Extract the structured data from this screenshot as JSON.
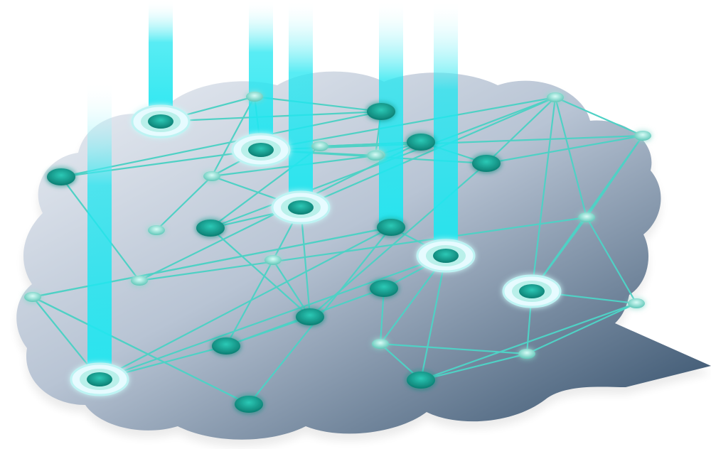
{
  "diagram": {
    "kind": "network-graph-speech-bubble",
    "colors": {
      "background": "#ffffff",
      "bubble_light": "#eef1f6",
      "bubble_dark": "#2e4a66",
      "edge": "#4fd1c5",
      "node_dark": "#0f9a8c",
      "node_light": "#8ee3d7",
      "beam": "#21e6f0",
      "ring": "#e6fbff"
    },
    "nodes": [
      {
        "id": "n1",
        "style": "hub"
      },
      {
        "id": "n2",
        "style": "light"
      },
      {
        "id": "n3",
        "style": "hub"
      },
      {
        "id": "n4",
        "style": "light"
      },
      {
        "id": "n5",
        "style": "light"
      },
      {
        "id": "n6",
        "style": "light"
      },
      {
        "id": "n7",
        "style": "dark"
      },
      {
        "id": "n8",
        "style": "light"
      },
      {
        "id": "n9",
        "style": "dark"
      },
      {
        "id": "n10",
        "style": "light"
      },
      {
        "id": "n11",
        "style": "dark"
      },
      {
        "id": "n12",
        "style": "light"
      },
      {
        "id": "n13",
        "style": "hub"
      },
      {
        "id": "n14",
        "style": "dark"
      },
      {
        "id": "n15",
        "style": "dark"
      },
      {
        "id": "n16",
        "style": "light"
      },
      {
        "id": "n17",
        "style": "light"
      },
      {
        "id": "n18",
        "style": "light"
      },
      {
        "id": "n19",
        "style": "hub"
      },
      {
        "id": "n20",
        "style": "light"
      },
      {
        "id": "n21",
        "style": "light"
      },
      {
        "id": "n22",
        "style": "dark"
      },
      {
        "id": "n23",
        "style": "light"
      },
      {
        "id": "n24",
        "style": "dark"
      },
      {
        "id": "n25",
        "style": "light"
      },
      {
        "id": "n26",
        "style": "dark"
      },
      {
        "id": "n27",
        "style": "dark"
      },
      {
        "id": "n28",
        "style": "hub"
      },
      {
        "id": "n29",
        "style": "hub"
      },
      {
        "id": "n30",
        "style": "dark"
      },
      {
        "id": "n31",
        "style": "light"
      },
      {
        "id": "n32",
        "style": "light"
      },
      {
        "id": "n33",
        "style": "dark"
      }
    ],
    "edges": [
      [
        "n1",
        "n2"
      ],
      [
        "n1",
        "n7"
      ],
      [
        "n2",
        "n3"
      ],
      [
        "n2",
        "n7"
      ],
      [
        "n2",
        "n5"
      ],
      [
        "n3",
        "n5"
      ],
      [
        "n3",
        "n8"
      ],
      [
        "n5",
        "n8"
      ],
      [
        "n5",
        "n6"
      ],
      [
        "n5",
        "n13"
      ],
      [
        "n7",
        "n8"
      ],
      [
        "n7",
        "n9"
      ],
      [
        "n8",
        "n11"
      ],
      [
        "n11",
        "n12"
      ],
      [
        "n11",
        "n10"
      ],
      [
        "n9",
        "n10"
      ],
      [
        "n9",
        "n3"
      ],
      [
        "n3",
        "n17"
      ],
      [
        "n3",
        "n15"
      ],
      [
        "n3",
        "n16"
      ],
      [
        "n10",
        "n18"
      ],
      [
        "n11",
        "n15"
      ],
      [
        "n12",
        "n11"
      ],
      [
        "n12",
        "n14"
      ],
      [
        "n14",
        "n16"
      ],
      [
        "n14",
        "n24"
      ],
      [
        "n13",
        "n16"
      ],
      [
        "n13",
        "n14"
      ],
      [
        "n13",
        "n24"
      ],
      [
        "n13",
        "n23"
      ],
      [
        "n15",
        "n16"
      ],
      [
        "n15",
        "n17"
      ],
      [
        "n15",
        "n24"
      ],
      [
        "n16",
        "n17"
      ],
      [
        "n16",
        "n18"
      ],
      [
        "n17",
        "n18"
      ],
      [
        "n17",
        "n19"
      ],
      [
        "n16",
        "n19"
      ],
      [
        "n18",
        "n19"
      ],
      [
        "n18",
        "n20"
      ],
      [
        "n19",
        "n20"
      ],
      [
        "n19",
        "n21"
      ],
      [
        "n20",
        "n21"
      ],
      [
        "n20",
        "n22"
      ],
      [
        "n21",
        "n22"
      ],
      [
        "n21",
        "n25"
      ],
      [
        "n22",
        "n25"
      ],
      [
        "n22",
        "n28"
      ],
      [
        "n23",
        "n24"
      ],
      [
        "n23",
        "n27"
      ],
      [
        "n24",
        "n27"
      ],
      [
        "n25",
        "n26"
      ],
      [
        "n25",
        "n28"
      ],
      [
        "n26",
        "n27"
      ],
      [
        "n26",
        "n28"
      ],
      [
        "n27",
        "n29"
      ],
      [
        "n28",
        "n29"
      ],
      [
        "n28",
        "n30"
      ],
      [
        "n29",
        "n30"
      ],
      [
        "n29",
        "n31"
      ],
      [
        "n30",
        "n31"
      ],
      [
        "n30",
        "n32"
      ],
      [
        "n31",
        "n32"
      ],
      [
        "n31",
        "n33"
      ],
      [
        "n32",
        "n33"
      ],
      [
        "n30",
        "n33"
      ]
    ],
    "beams": [
      "n1",
      "n3",
      "n13",
      "n28",
      "n29",
      "n30"
    ]
  }
}
